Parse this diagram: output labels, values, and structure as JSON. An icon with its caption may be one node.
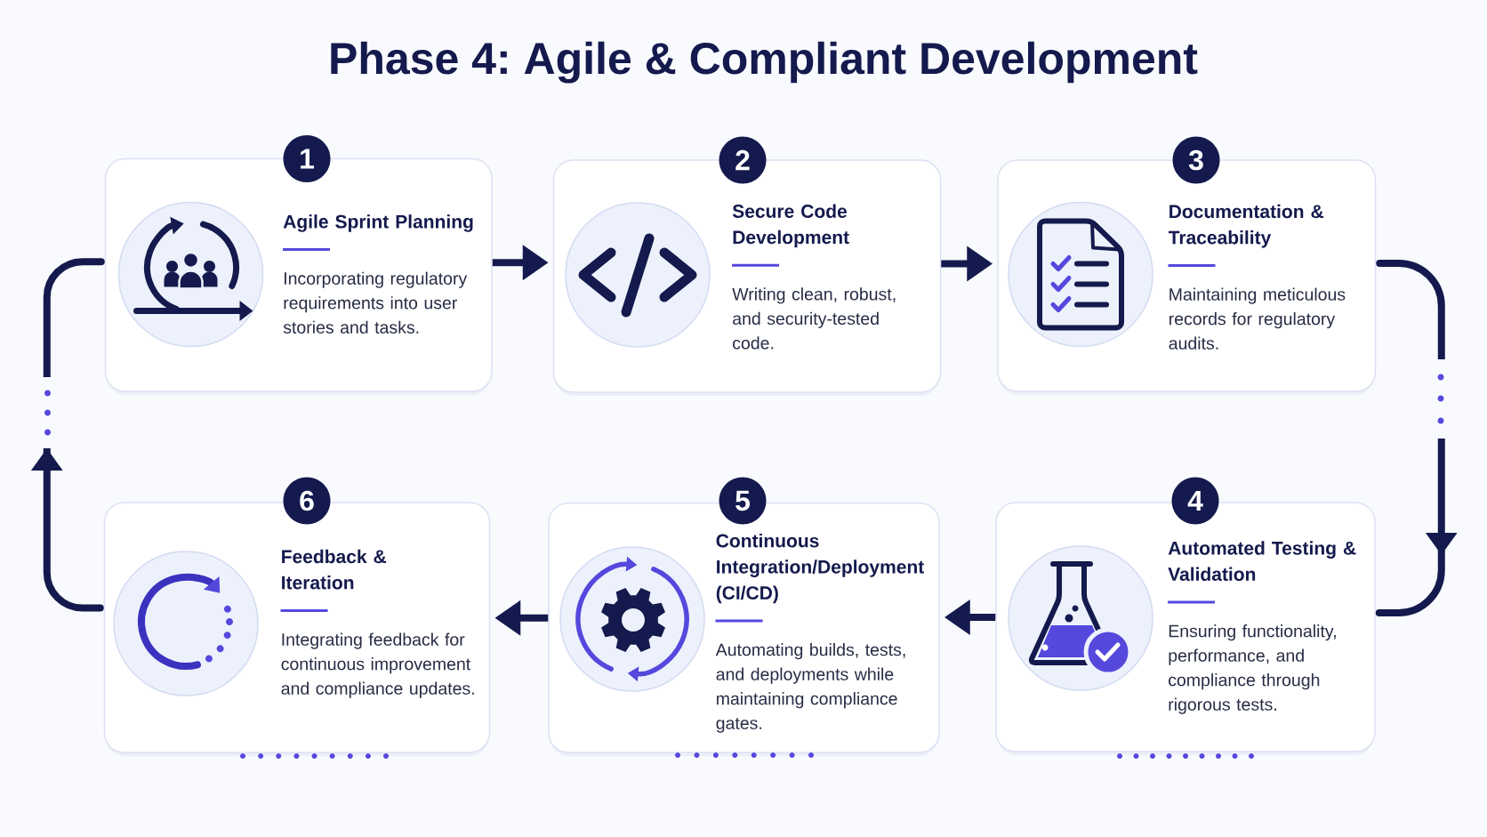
{
  "diagram": {
    "title": "Phase 4: Agile & Compliant Development",
    "nodes": [
      {
        "text": [
          "1"
        ]
      },
      {
        "text": [
          "Agile Sprint Planning",
          "Incorporating regulatory requirements into user stories and tasks."
        ]
      },
      {
        "text": [
          "2"
        ]
      },
      {
        "text": [
          "Secure Code Development",
          "Writing clean, robust, and security-tested code."
        ]
      },
      {
        "text": [
          "3"
        ]
      },
      {
        "text": [
          "Documentation & Traceability",
          "Maintaining meticulous records for regulatory audits."
        ]
      },
      {
        "text": [
          "4"
        ]
      },
      {
        "text": [
          "Automated Testing & Validation",
          "Ensuring functionality, performance, and compliance through rigorous tests."
        ]
      },
      {
        "text": [
          "5"
        ]
      },
      {
        "text": [
          "Continuous Integration/Deployment (CI/CD)",
          "Automating builds, tests, and deployments while maintaining compliance gates."
        ]
      },
      {
        "text": [
          "6"
        ]
      },
      {
        "text": [
          "Feedback & Iteration",
          "Integrating feedback for continuous improvement and compliance updates."
        ]
      }
    ],
    "edges": [
      {
        "from": 1,
        "to": 3,
        "arrow": "to"
      },
      {
        "from": 3,
        "to": 5,
        "arrow": "to"
      },
      {
        "from": 5,
        "to": 7,
        "arrow": "to"
      },
      {
        "from": 7,
        "to": 9,
        "arrow": "to"
      },
      {
        "from": 9,
        "to": 11,
        "arrow": "to"
      },
      {
        "from": 11,
        "to": 1,
        "arrow": "to"
      }
    ]
  }
}
